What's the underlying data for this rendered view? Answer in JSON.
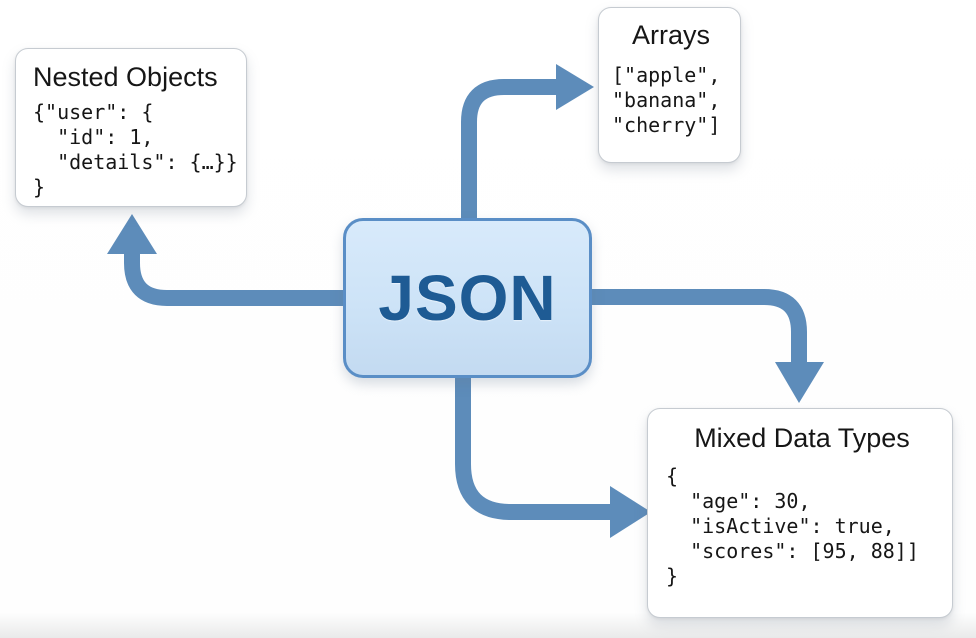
{
  "diagram": {
    "center": {
      "label": "JSON"
    },
    "nodes": [
      {
        "id": "nested-objects",
        "title": "Nested Objects",
        "code": "{\"user\": {\n  \"id\": 1,\n  \"details\": {…}}\n}"
      },
      {
        "id": "arrays",
        "title": "Arrays",
        "code": "[\"apple\",\n\"banana\",\n\"cherry\"]"
      },
      {
        "id": "mixed-data-types",
        "title": "Mixed Data Types",
        "code": "{\n  \"age\": 30,\n  \"isActive\": true,\n  \"scores\": [95, 88]]\n}"
      }
    ],
    "colors": {
      "arrow": "#5d8cba",
      "center_fill_top": "#d8eafb",
      "center_fill_bottom": "#c3daf1",
      "center_border": "#5a8ec6",
      "center_text": "#1e5b94",
      "node_background": "#ffffff",
      "node_border": "#c6cbd1",
      "text": "#161616"
    }
  }
}
